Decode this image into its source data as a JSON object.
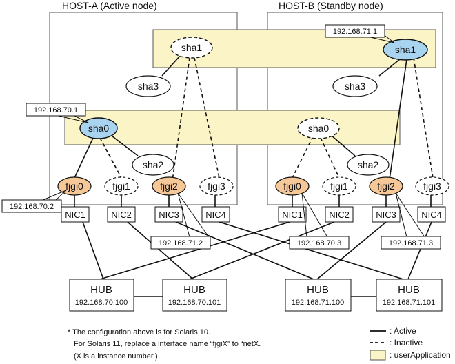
{
  "hosts": {
    "a_title": "HOST-A (Active node)",
    "b_title": "HOST-B (Standby node)"
  },
  "interfaces": {
    "sha0": "sha0",
    "sha1": "sha1",
    "sha2": "sha2",
    "sha3": "sha3",
    "fjgi0": "fjgi0",
    "fjgi1": "fjgi1",
    "fjgi2": "fjgi2",
    "fjgi3": "fjgi3"
  },
  "nics": [
    "NIC1",
    "NIC2",
    "NIC3",
    "NIC4"
  ],
  "ip_labels": {
    "sha1_b": "192.168.71.1",
    "sha0_a": "192.168.70.1",
    "fjgi0_a": "192.168.70.2",
    "fjgi2_a": "192.168.71.2",
    "fjgi0_b": "192.168.70.3",
    "fjgi2_b": "192.168.71.3"
  },
  "hubs": [
    {
      "label": "HUB",
      "ip": "192.168.70.100"
    },
    {
      "label": "HUB",
      "ip": "192.168.70.101"
    },
    {
      "label": "HUB",
      "ip": "192.168.71.100"
    },
    {
      "label": "HUB",
      "ip": "192.168.71.101"
    }
  ],
  "note": {
    "line1": "* The configuration above is for Solaris 10.",
    "line2": "For Solaris 11, replace a interface name “fjgiX” to “netX.",
    "line3": "(X is a instance number.)"
  },
  "legend": {
    "active": ": Active",
    "inactive": ": Inactive",
    "user_app": ": userApplication"
  },
  "colors": {
    "user_app_fill": "#fbf4c6",
    "sha_active_fill": "#a9d4ef",
    "fjgi_active_fill": "#f6c797"
  }
}
